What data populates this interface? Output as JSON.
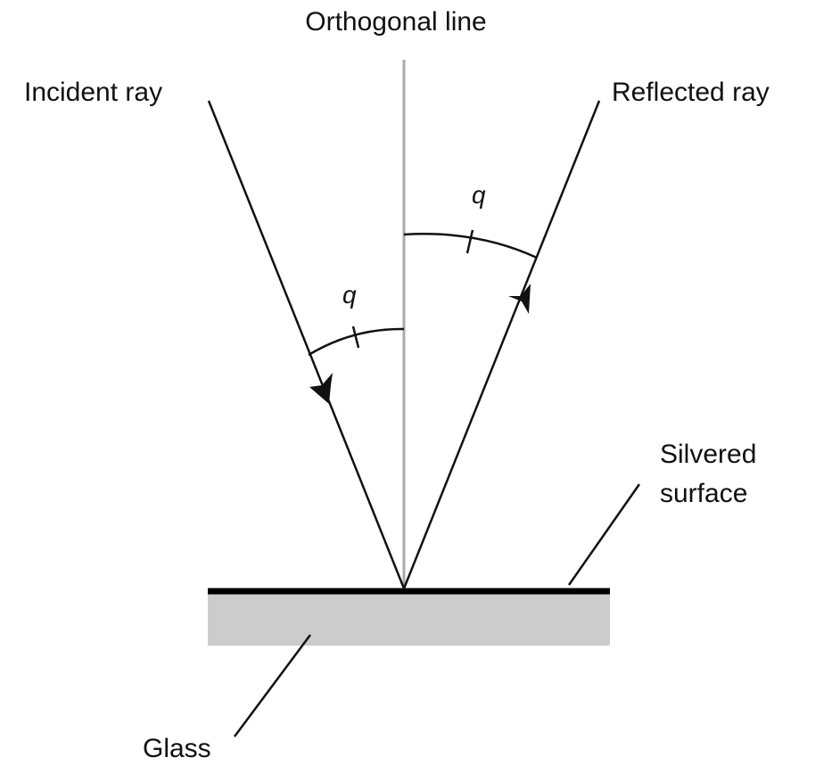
{
  "labels": {
    "orthogonal_line": "Orthogonal line",
    "incident_ray": "Incident ray",
    "reflected_ray": "Reflected ray",
    "silvered_surface_line1": "Silvered",
    "silvered_surface_line2": "surface",
    "glass": "Glass",
    "angle_incident": "q",
    "angle_reflected": "q"
  },
  "colors": {
    "ray": "#111111",
    "normal_line": "#aaaaaa",
    "glass": "#cccccc",
    "silvered_surface": "#000000"
  }
}
